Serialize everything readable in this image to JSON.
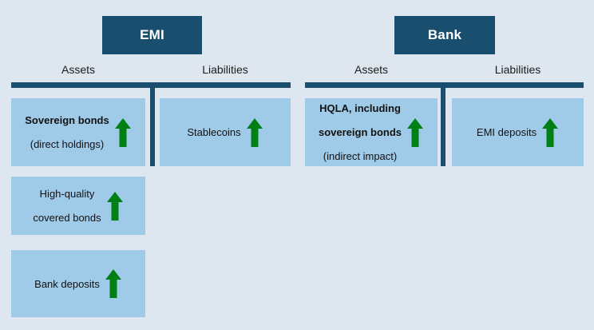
{
  "figure": {
    "background_color": "#dee7f0",
    "panel_header_color": "#1a4e6e",
    "item_box_color": "#9fcae8",
    "arrow_color": "#008014",
    "arrow_icon": "arrow-up-icon"
  },
  "panels": [
    {
      "key": "emi",
      "title": "EMI",
      "columns": {
        "assets_label": "Assets",
        "liabilities_label": "Liabilities"
      },
      "assets": [
        {
          "line1": "Sovereign bonds",
          "line2": "(direct holdings)",
          "line1_bold": true,
          "arrow": "up"
        },
        {
          "line1": "High-quality",
          "line2": "covered bonds",
          "line1_bold": false,
          "arrow": "up"
        },
        {
          "line1": "Bank deposits",
          "line2": "",
          "line1_bold": false,
          "arrow": "up"
        }
      ],
      "liabilities": [
        {
          "line1": "Stablecoins",
          "line2": "",
          "line1_bold": false,
          "arrow": "up"
        }
      ]
    },
    {
      "key": "bank",
      "title": "Bank",
      "columns": {
        "assets_label": "Assets",
        "liabilities_label": "Liabilities"
      },
      "assets": [
        {
          "line1": "HQLA, including",
          "line2": "sovereign bonds",
          "line3": "(indirect impact)",
          "line1_bold": true,
          "arrow": "up"
        }
      ],
      "liabilities": [
        {
          "line1": "EMI deposits",
          "line2": "",
          "line1_bold": false,
          "arrow": "up"
        }
      ]
    }
  ]
}
